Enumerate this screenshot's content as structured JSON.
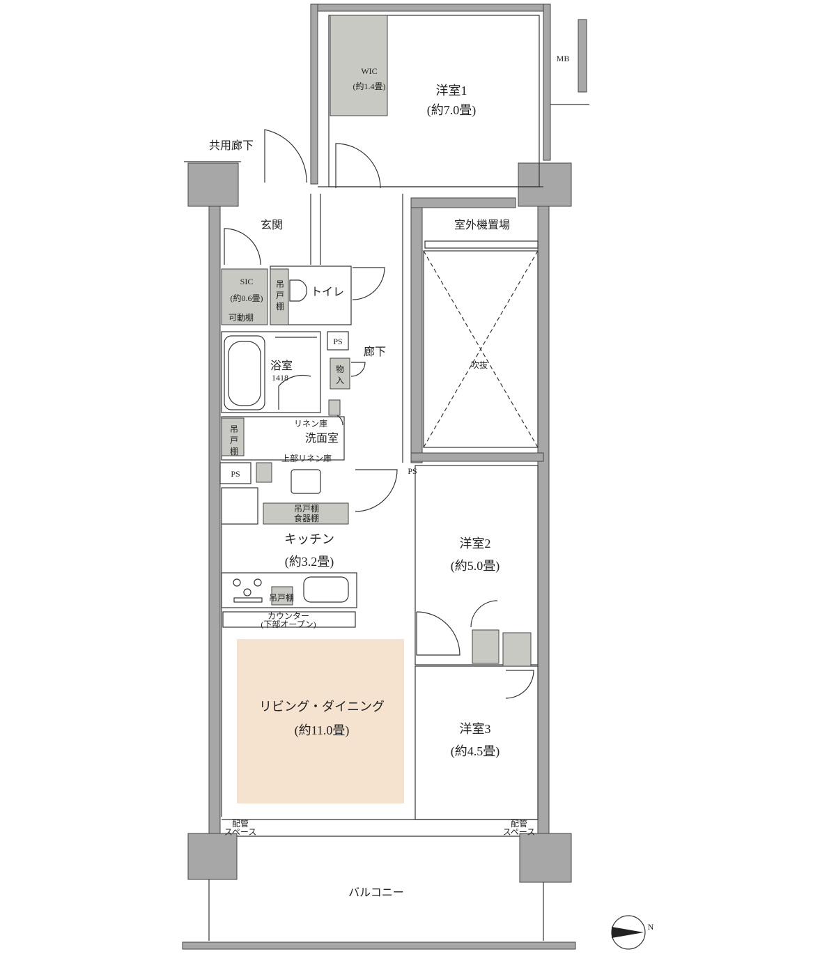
{
  "rooms": {
    "western1": {
      "name": "洋室1",
      "size": "(約7.0畳)"
    },
    "western2": {
      "name": "洋室2",
      "size": "(約5.0畳)"
    },
    "western3": {
      "name": "洋室3",
      "size": "(約4.5畳)"
    },
    "living": {
      "name": "リビング・ダイニング",
      "size": "(約11.0畳)"
    },
    "kitchen": {
      "name": "キッチン",
      "size": "(約3.2畳)"
    },
    "wic": {
      "name": "WIC",
      "size": "(約1.4畳)"
    },
    "sic": {
      "name": "SIC",
      "size": "(約0.6畳)"
    }
  },
  "labels": {
    "mb": "MB",
    "common_corridor": "共用廊下",
    "entrance": "玄関",
    "toilet": "トイレ",
    "movable_shelf": "可動棚",
    "hanging_shelf": "吊戸棚",
    "hanging_shelf_v1": "吊",
    "hanging_shelf_v2": "戸",
    "hanging_shelf_v3": "棚",
    "ps": "PS",
    "corridor": "廊下",
    "storage_1": "物",
    "storage_2": "入",
    "bathroom": "浴室",
    "bath_size": "1418",
    "linen": "リネン庫",
    "washroom": "洗面室",
    "upper_linen": "上部リネン庫",
    "dish_shelf": "食器棚",
    "counter": "カウンター",
    "counter_sub": "(下部オープン)",
    "outdoor_unit": "室外機置場",
    "void": "吹抜",
    "pipe_space_1": "配管",
    "pipe_space_2": "スペース",
    "balcony": "バルコニー",
    "north": "N"
  },
  "colors": {
    "wall": "#9a9a9a",
    "line": "#333333",
    "storage": "#c9c9c4",
    "living_fill": "#f5e3cf"
  }
}
